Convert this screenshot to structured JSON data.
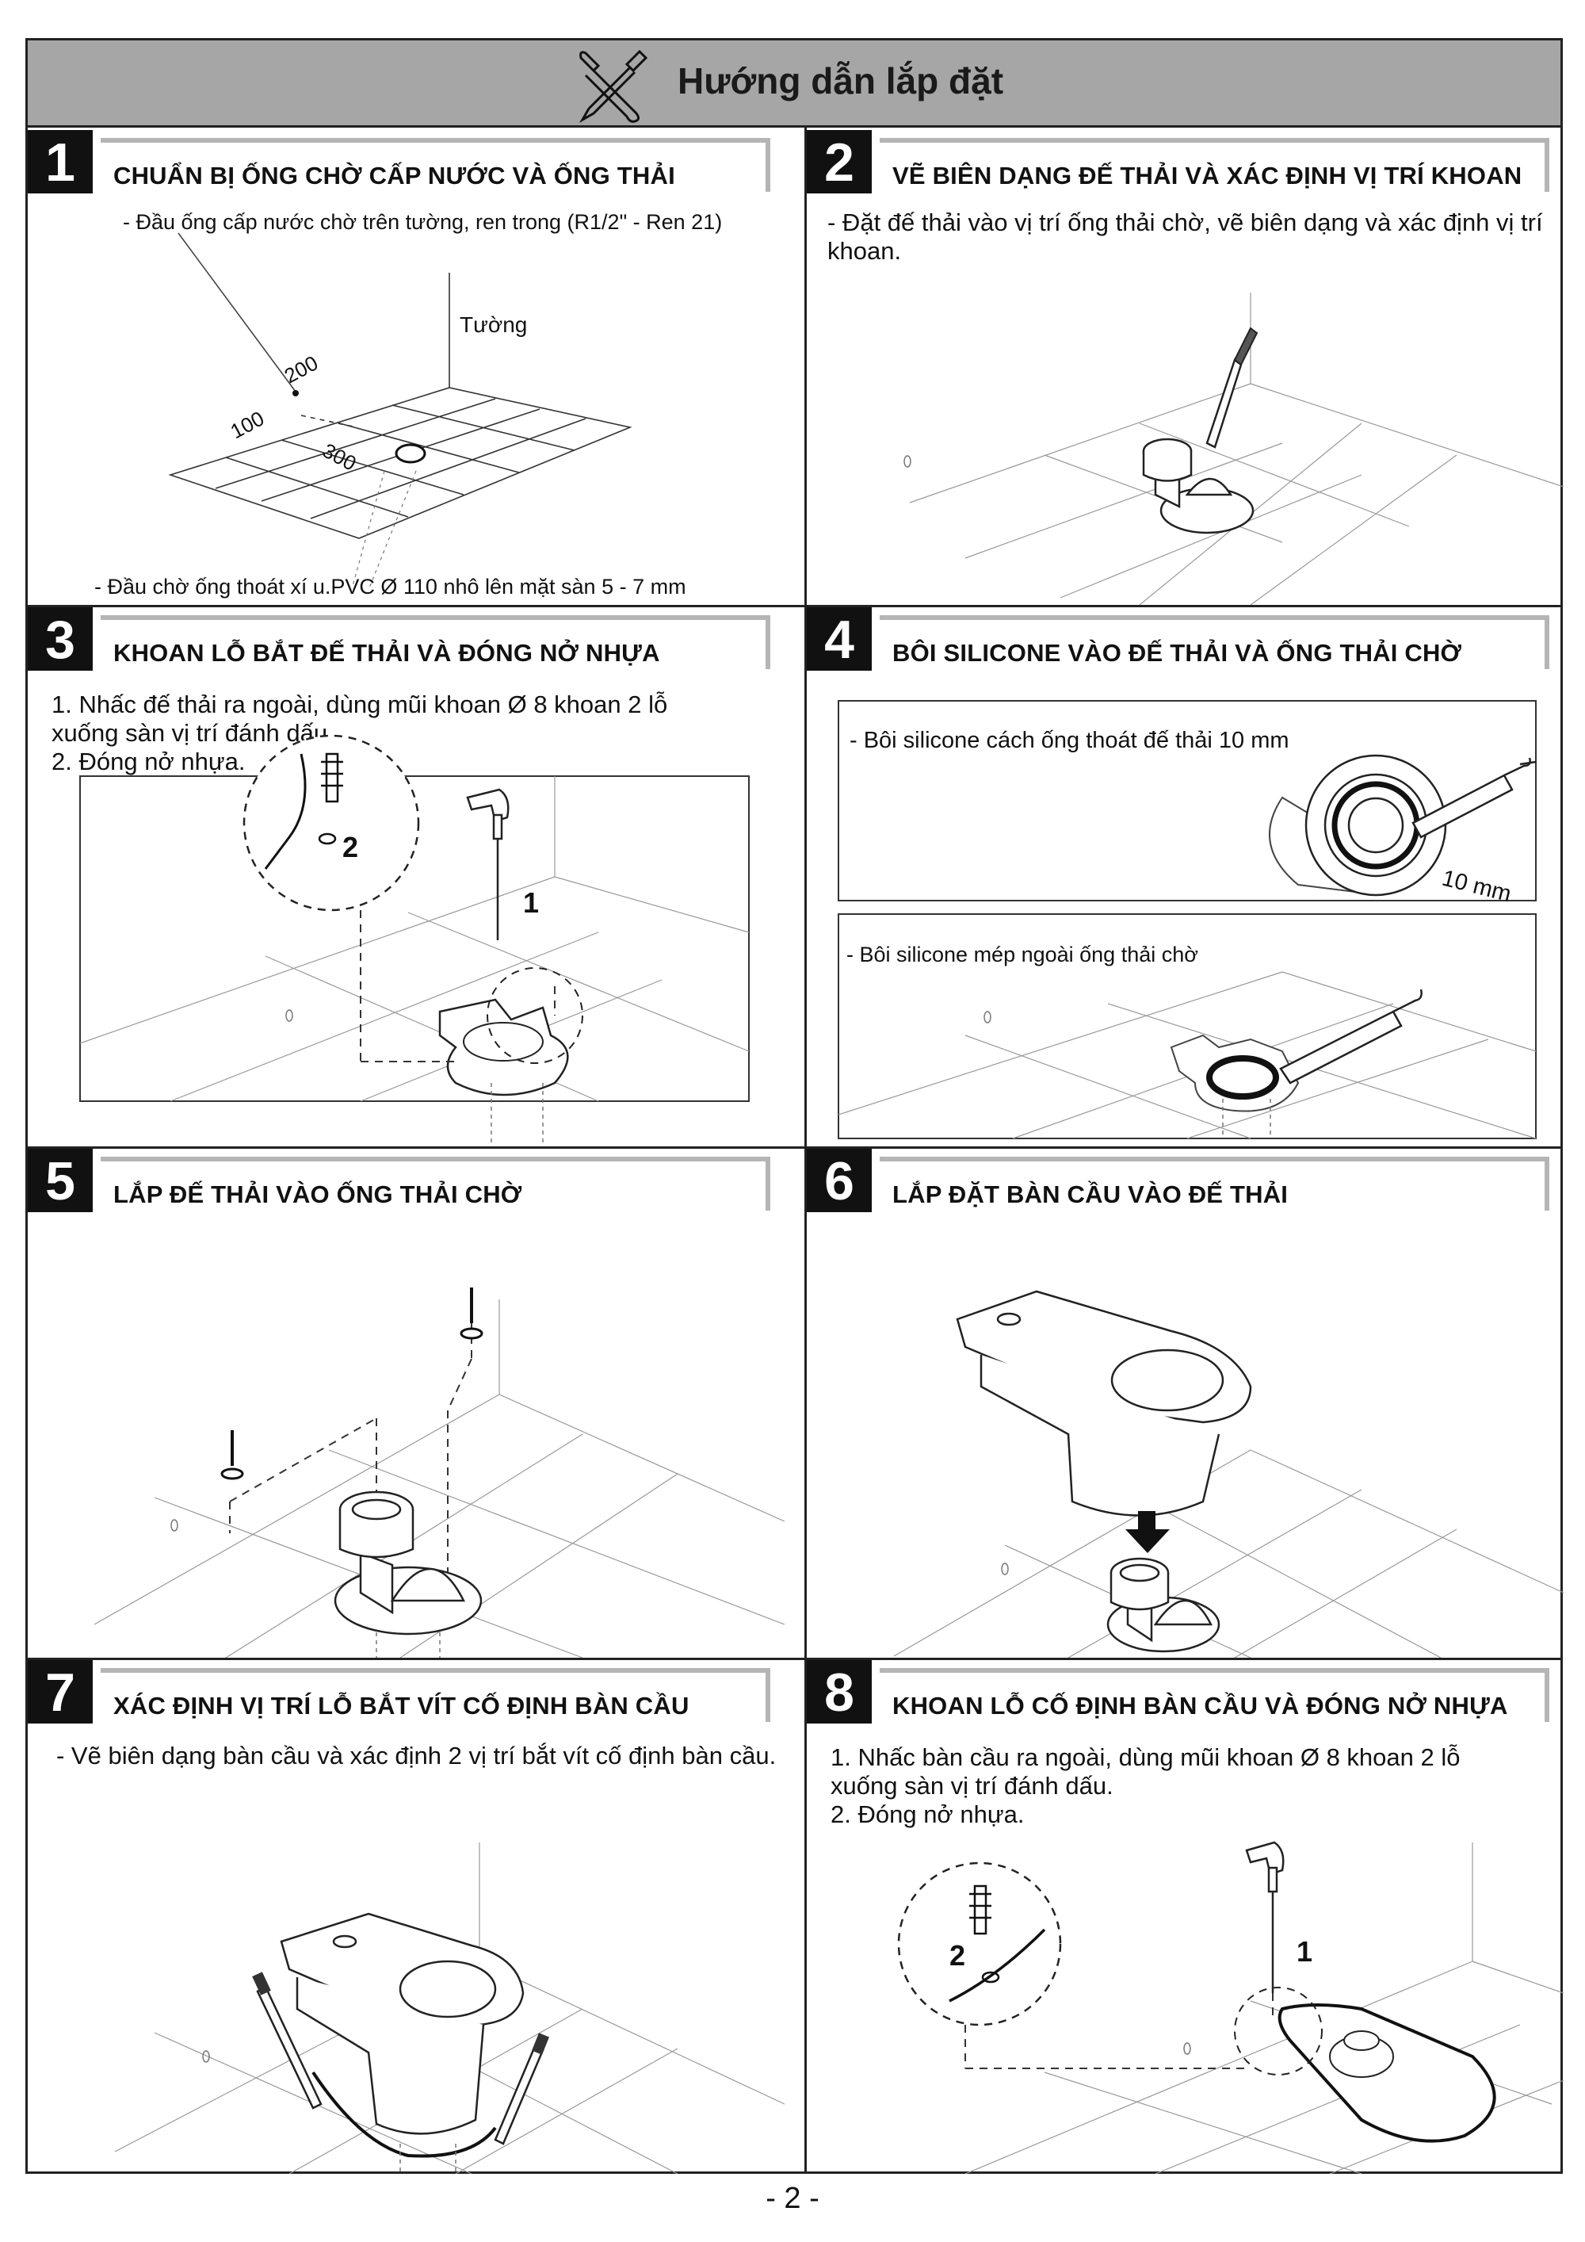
{
  "header": {
    "title": "Hướng dẫn lắp đặt",
    "icon": "wrench-screwdriver-icon"
  },
  "steps": [
    {
      "number": "1",
      "title": "CHUẨN BỊ ỐNG CHỜ CẤP NƯỚC VÀ ỐNG THẢI",
      "note_top": "- Đầu ống cấp nước chờ trên tường, ren trong (R1/2\" - Ren 21)",
      "wall_label": "Tường",
      "dim_200": "200",
      "dim_100": "100",
      "dim_300": "300",
      "note_bottom": "- Đầu chờ ống thoát xí u.PVC Ø  110 nhô lên mặt sàn 5 - 7 mm"
    },
    {
      "number": "2",
      "title": "VẼ BIÊN DẠNG ĐẾ THẢI VÀ XÁC ĐỊNH VỊ TRÍ KHOAN",
      "note_line1": "- Đặt đế thải vào vị trí ống thải chờ, vẽ biên dạng và xác định vị trí",
      "note_line2": "khoan."
    },
    {
      "number": "3",
      "title": "KHOAN LỖ BẮT ĐẾ THẢI VÀ ĐÓNG NỞ NHỰA",
      "note_line1": "1. Nhấc đế thải ra ngoài, dùng mũi khoan Ø  8 khoan 2 lỗ",
      "note_line2": "xuống sàn vị trí đánh dấu.",
      "note_line3": "2. Đóng nở nhựa.",
      "callout_1": "1",
      "callout_2": "2"
    },
    {
      "number": "4",
      "title": "BÔI SILICONE VÀO ĐẾ THẢI VÀ ỐNG THẢI CHỜ",
      "sub1": "- Bôi silicone cách ống thoát đế thải 10 mm",
      "dim_10mm": "10 mm",
      "sub2": "- Bôi silicone mép ngoài ống thải chờ"
    },
    {
      "number": "5",
      "title": "LẮP ĐẾ THẢI VÀO ỐNG THẢI CHỜ"
    },
    {
      "number": "6",
      "title": "LẮP ĐẶT BÀN CẦU VÀO ĐẾ THẢI"
    },
    {
      "number": "7",
      "title": "XÁC ĐỊNH VỊ TRÍ LỖ BẮT VÍT CỐ ĐỊNH BÀN CẦU",
      "note_line1": "- Vẽ biên dạng bàn cầu và xác định 2 vị trí bắt vít cố định bàn cầu."
    },
    {
      "number": "8",
      "title": "KHOAN LỖ CỐ ĐỊNH BÀN CẦU VÀ ĐÓNG NỞ NHỰA",
      "note_line1": "1. Nhấc bàn cầu ra ngoài, dùng mũi khoan Ø  8 khoan 2 lỗ",
      "note_line2": "xuống sàn vị trí đánh dấu.",
      "note_line3": "2. Đóng nở nhựa.",
      "callout_1": "1",
      "callout_2": "2"
    }
  ],
  "footer": {
    "page": "- 2 -"
  }
}
